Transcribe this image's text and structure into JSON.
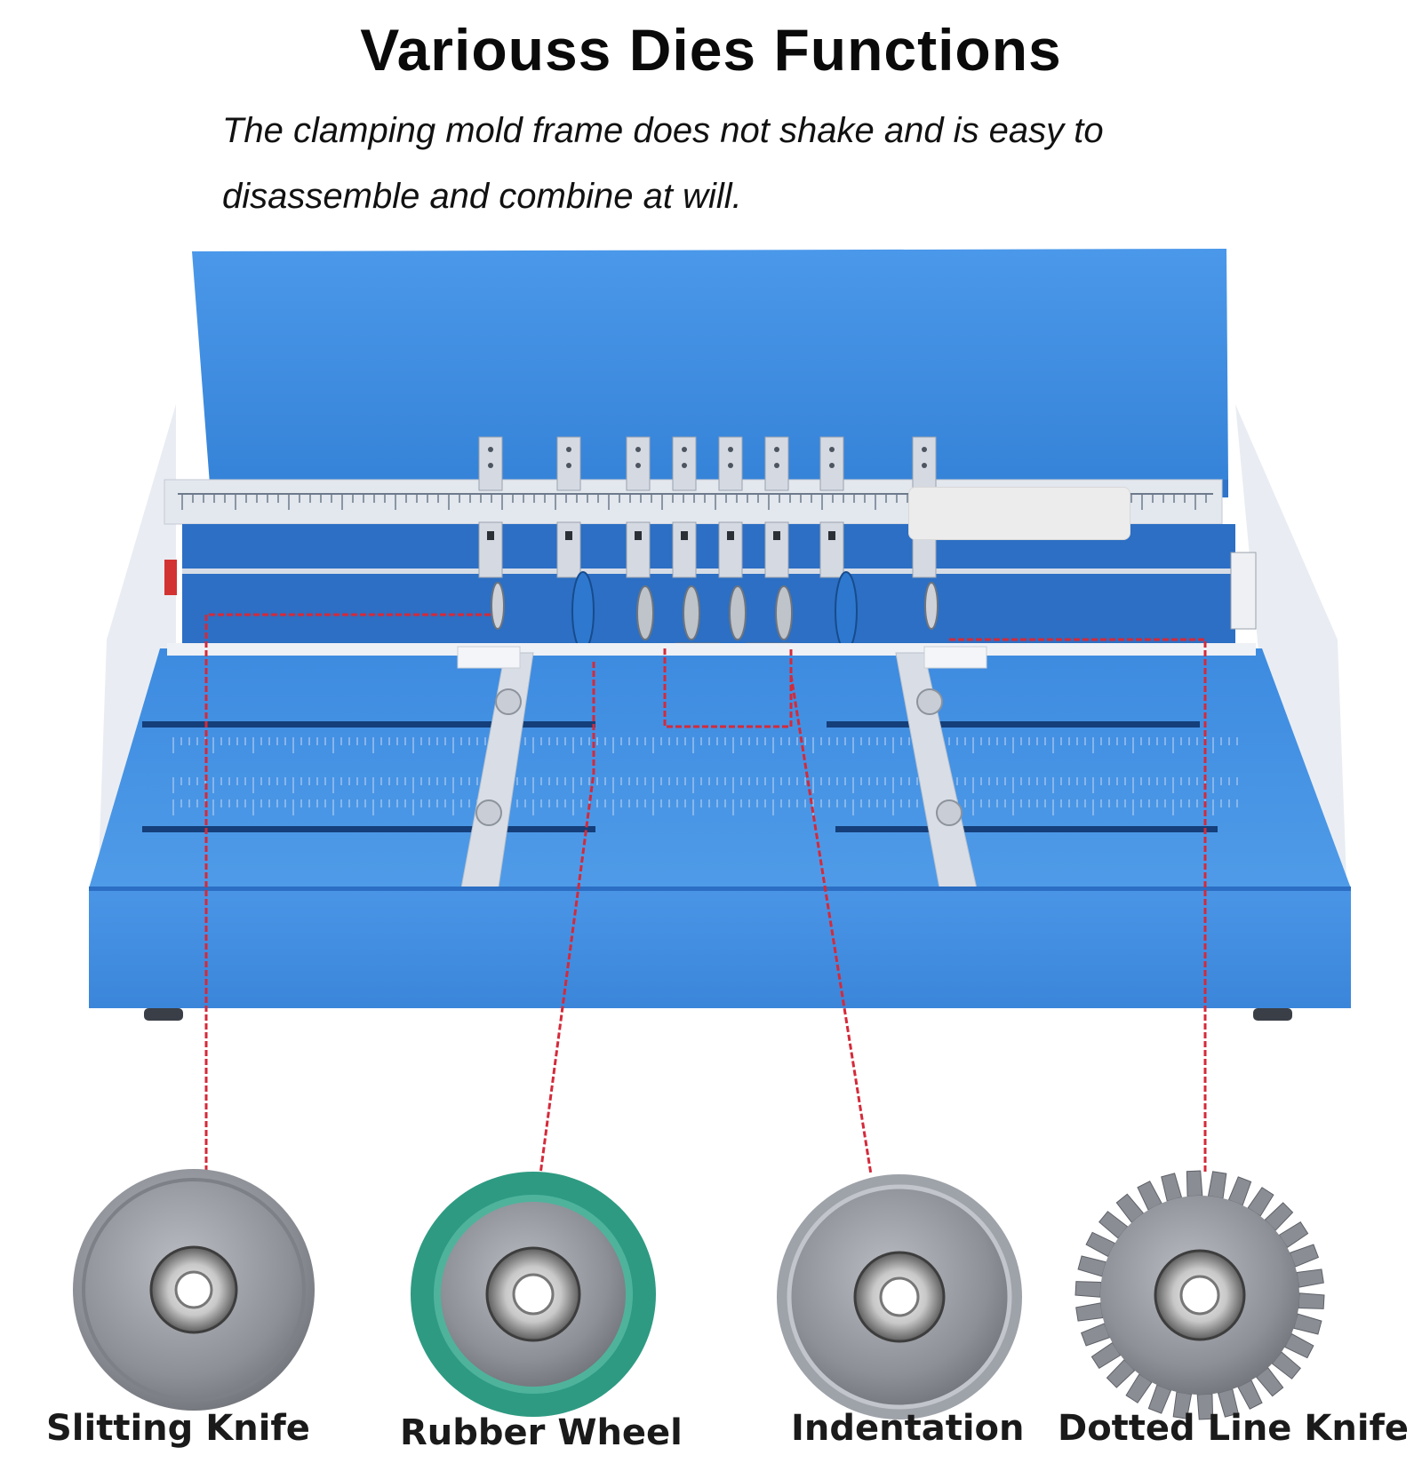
{
  "header": {
    "title": "Variouss Dies Functions",
    "subtitle": "The clamping mold frame does not shake and is easy to disassemble and combine at will."
  },
  "dies": [
    {
      "label": "Slitting Knife",
      "icon": "slitting-knife-icon"
    },
    {
      "label": "Rubber Wheel",
      "icon": "rubber-wheel-icon"
    },
    {
      "label": "Indentation",
      "icon": "indentation-die-icon"
    },
    {
      "label": "Dotted Line Knife",
      "icon": "dotted-line-knife-icon"
    }
  ],
  "colors": {
    "machine_blue": "#3f8fe3",
    "machine_blue_dark": "#2f74c8",
    "frame_grey": "#dfe3ea",
    "leader_line": "#d42a3a",
    "rubber_green": "#2e9a82"
  }
}
